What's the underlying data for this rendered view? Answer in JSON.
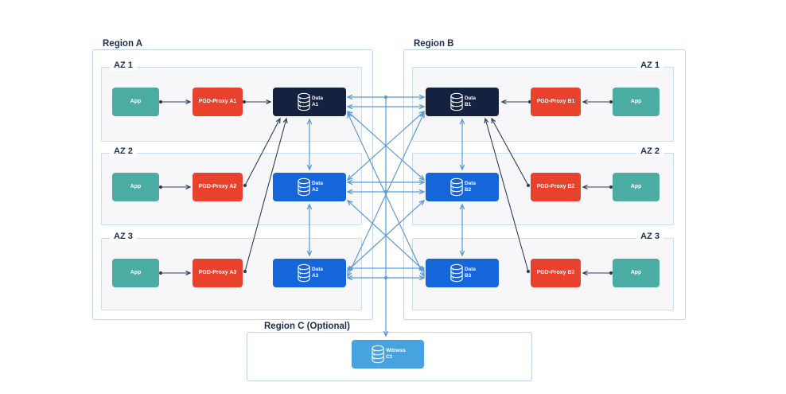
{
  "regions": [
    {
      "label": "Region A",
      "azs": [
        {
          "label": "AZ 1",
          "app_label": "App",
          "proxy_label": "PGD-Proxy A1",
          "data_label_line1": "Data",
          "data_label_line2": "A1",
          "data_role": "lead"
        },
        {
          "label": "AZ 2",
          "app_label": "App",
          "proxy_label": "PGD-Proxy A2",
          "data_label_line1": "Data",
          "data_label_line2": "A2",
          "data_role": "data"
        },
        {
          "label": "AZ 3",
          "app_label": "App",
          "proxy_label": "PGD-Proxy A3",
          "data_label_line1": "Data",
          "data_label_line2": "A3",
          "data_role": "data"
        }
      ]
    },
    {
      "label": "Region B",
      "azs": [
        {
          "label": "AZ 1",
          "app_label": "App",
          "proxy_label": "PGD-Proxy B1",
          "data_label_line1": "Data",
          "data_label_line2": "B1",
          "data_role": "lead"
        },
        {
          "label": "AZ 2",
          "app_label": "App",
          "proxy_label": "PGD-Proxy B2",
          "data_label_line1": "Data",
          "data_label_line2": "B2",
          "data_role": "data"
        },
        {
          "label": "AZ 3",
          "app_label": "App",
          "proxy_label": "PGD-Proxy B3",
          "data_label_line1": "Data",
          "data_label_line2": "B3",
          "data_role": "data"
        }
      ]
    }
  ],
  "region_c": {
    "label": "Region C (Optional)",
    "witness_label_line1": "Witness",
    "witness_label_line2": "C1"
  },
  "colors": {
    "app_teal": "#4aaca2",
    "proxy_red": "#e8422c",
    "data_lead_navy": "#142240",
    "data_blue": "#1566d8",
    "witness_blue": "#47a3e0",
    "mesh_line_blue": "#5b9bd5",
    "dark_line_navy": "#2e3f5c",
    "box_border_blue": "#bdd5ee",
    "az_fill": "#f7f7f9",
    "label_navy": "#1c2e4f"
  }
}
